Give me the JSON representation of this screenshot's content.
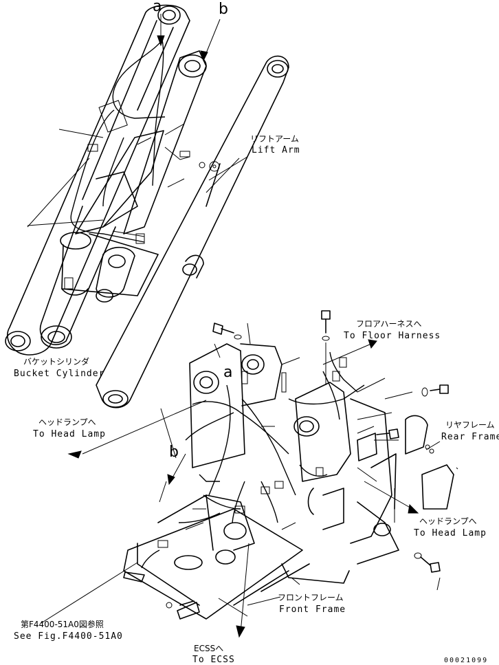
{
  "labels": {
    "lift_arm_jp": "リフトアーム",
    "lift_arm_en": "Lift Arm",
    "bucket_cylinder_jp": "バケットシリンダ",
    "bucket_cylinder_en": "Bucket Cylinder",
    "to_floor_harness_jp": "フロアハーネスへ",
    "to_floor_harness_en": "To Floor Harness",
    "to_head_lamp_left_jp": "ヘッドランプへ",
    "to_head_lamp_left_en": "To Head Lamp",
    "rear_frame_jp": "リヤフレーム",
    "rear_frame_en": "Rear Frame",
    "to_head_lamp_right_jp": "ヘッドランプへ",
    "to_head_lamp_right_en": "To Head Lamp",
    "front_frame_jp": "フロントフレーム",
    "front_frame_en": "Front Frame",
    "see_fig_jp": "第F4400-51A0図参照",
    "see_fig_en": "See Fig.F4400-51A0",
    "to_ecss_jp": "ECSSへ",
    "to_ecss_en": "To ECSS",
    "figure_number": "00021099"
  },
  "ref_marks": {
    "a_top": "a",
    "b_top": "b",
    "a_mid": "a",
    "b_mid": "b"
  }
}
